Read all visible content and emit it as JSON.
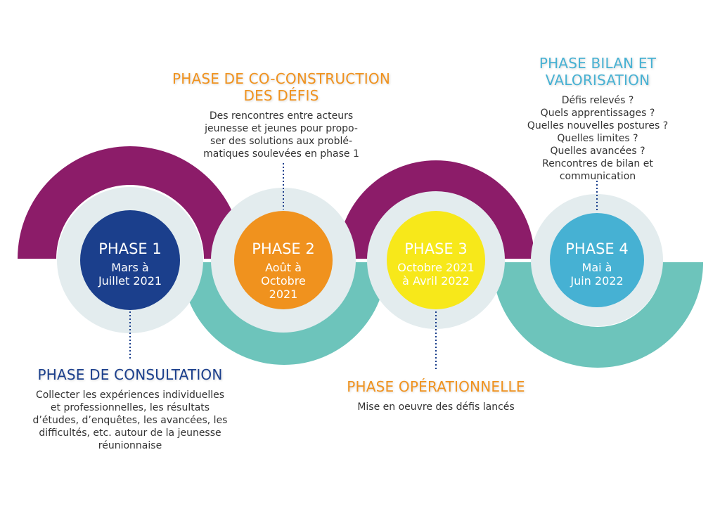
{
  "colors": {
    "purple": "#8c1c69",
    "teal": "#6dc4bb",
    "ring": "#e3ecee",
    "navy": "#1b3f8c",
    "orange": "#f0921e",
    "yellow": "#f7e81a",
    "sky": "#46b1d3",
    "dots": "#1b3f8c"
  },
  "phases": [
    {
      "label": "PHASE 1",
      "dates": "Mars à\nJuillet 2021"
    },
    {
      "label": "PHASE 2",
      "dates": "Août à\nOctobre\n2021"
    },
    {
      "label": "PHASE 3",
      "dates": "Octobre 2021\nà Avril 2022"
    },
    {
      "label": "PHASE 4",
      "dates": "Mai à\nJuin 2022"
    }
  ],
  "descriptions": {
    "consultation": {
      "title": "PHASE DE CONSULTATION",
      "body": "Collecter les expériences individuelles\net professionnelles, les résultats\nd’études, d’enquêtes, les avancées, les\ndifficultés, etc. autour de la jeunesse\nréunionnaise"
    },
    "co_construction": {
      "title": "PHASE DE CO-CONSTRUCTION\nDES DÉFIS",
      "body": "Des rencontres entre acteurs\njeunesse et jeunes pour propo-\nser des solutions aux problé-\nmatiques soulevées en phase 1"
    },
    "operationnelle": {
      "title": "PHASE OPÉRATIONNELLE",
      "body": "Mise en oeuvre des défis lancés"
    },
    "bilan": {
      "title": "PHASE BILAN ET\nVALORISATION",
      "body": "Défis relevés ?\nQuels apprentissages ?\nQuelles nouvelles postures ?\nQuelles limites ?\nQuelles  avancées ?\nRencontres de bilan et\ncommunication"
    }
  }
}
